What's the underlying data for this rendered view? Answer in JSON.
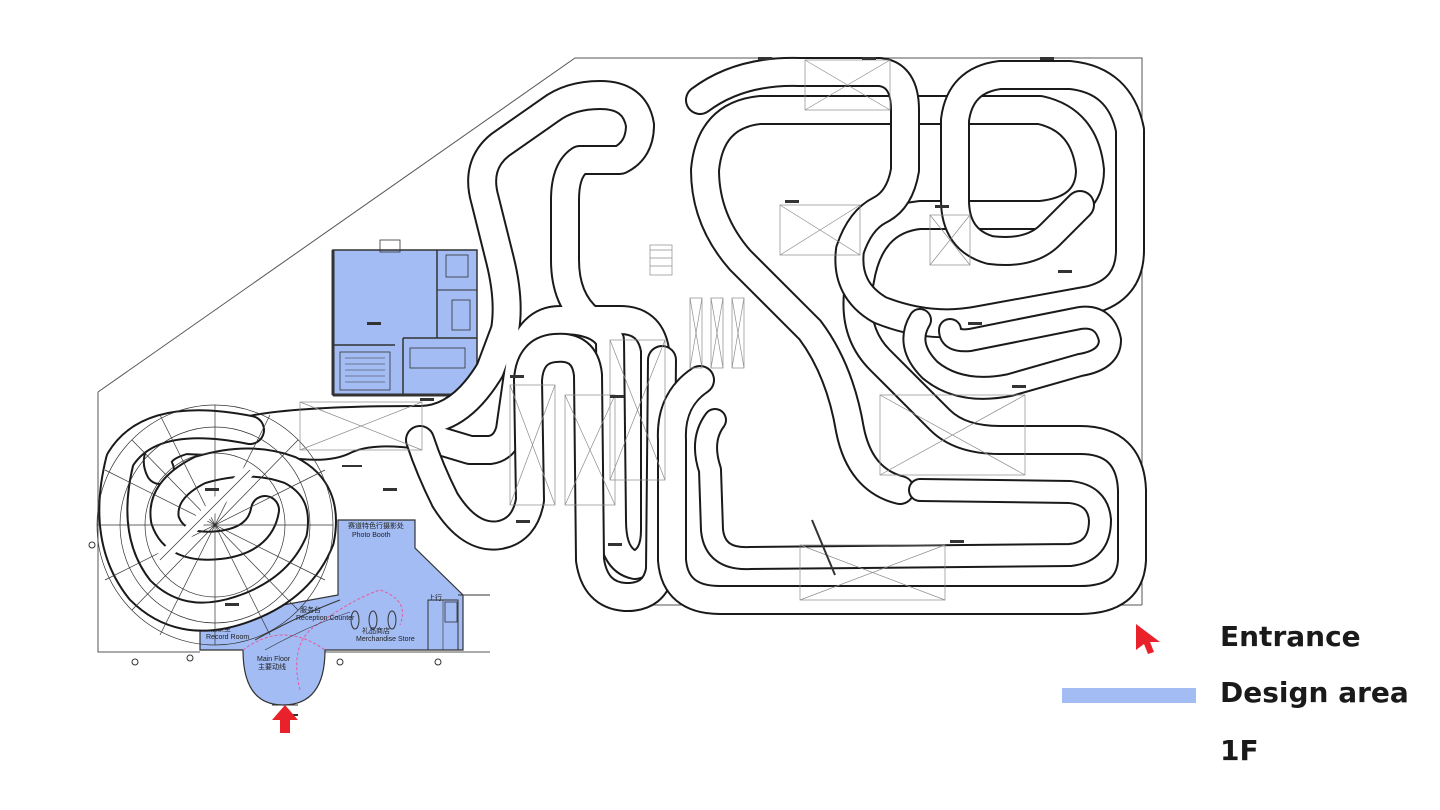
{
  "legend": {
    "entrance_label": "Entrance",
    "design_area_label": "Design area",
    "floor_label": "1F"
  },
  "rooms": {
    "photo_booth_cn": "赛道特色行摄影处",
    "photo_booth_en": "Photo Booth",
    "reception_cn": "服务台",
    "reception_en": "Reception Counter",
    "merch_cn": "礼品商店",
    "merch_en": "Merchandise Store",
    "record_cn": "记录室",
    "record_en": "Record Room",
    "main_floor_en": "Main Floor",
    "main_floor_cn": "主要动线",
    "stairs_cn": "上行"
  },
  "colors": {
    "design_area": "#a3bcf3",
    "entrance_arrow": "#e8212a",
    "track_line": "#1a1a1a",
    "grid_line": "#8c8c8c"
  },
  "icons": {
    "entrance": "red-arrow-icon",
    "design_area": "blue-bar-swatch"
  }
}
